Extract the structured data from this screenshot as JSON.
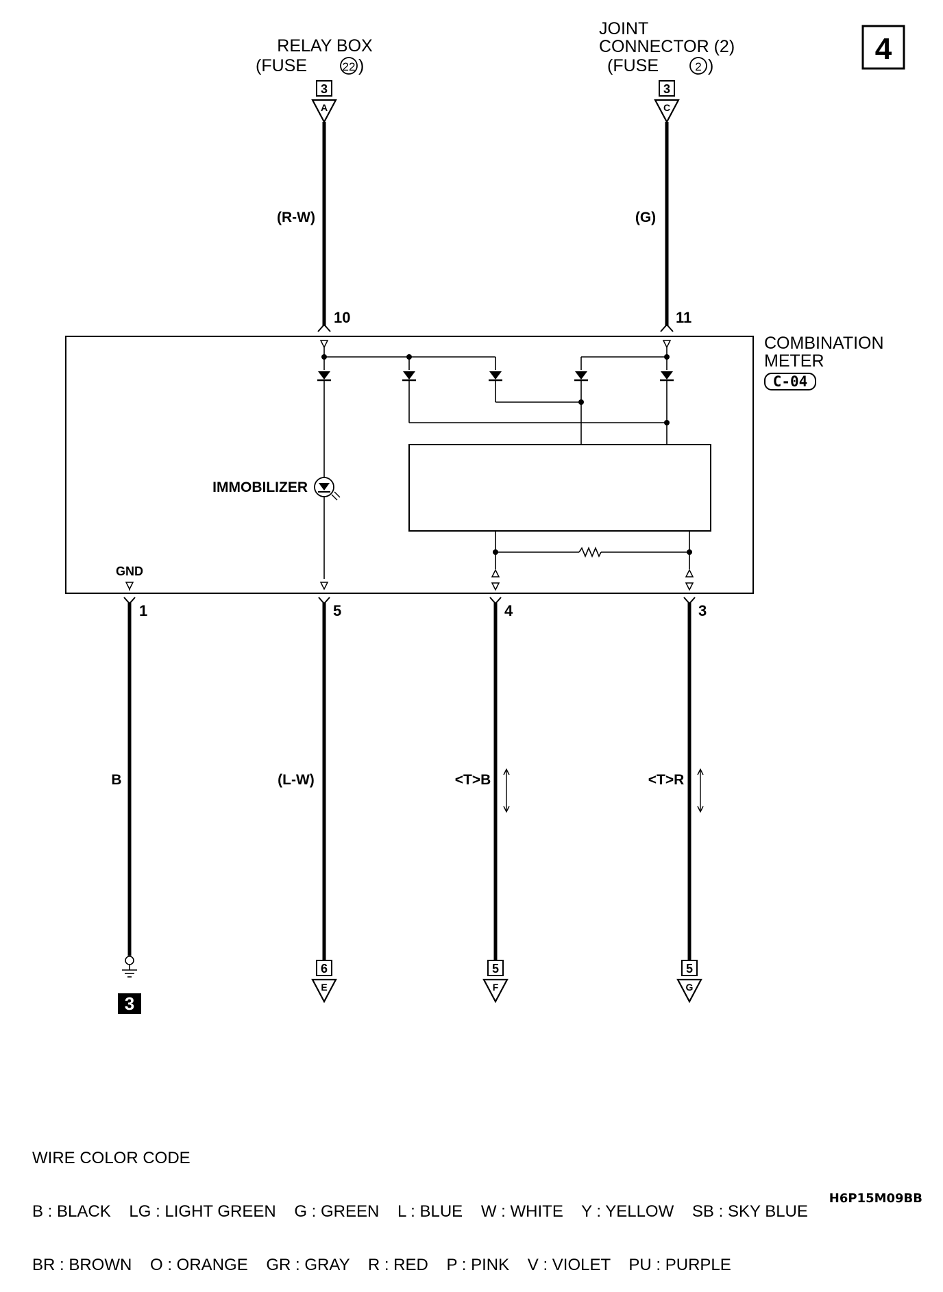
{
  "page_number": "4",
  "top_sources": [
    {
      "line1": "RELAY BOX",
      "line2": "(FUSE",
      "fuse_num": "22",
      "line2_end": ")",
      "conn_num": "3",
      "conn_letter": "A",
      "wire": "(R-W)",
      "pin": "10"
    },
    {
      "line0": "JOINT",
      "line1": "CONNECTOR (2)",
      "line2": "(FUSE",
      "fuse_num": "2",
      "line2_end": ")",
      "conn_num": "3",
      "conn_letter": "C",
      "wire": "(G)",
      "pin": "11"
    }
  ],
  "meter": {
    "line1": "COMBINATION",
    "line2": "METER",
    "connector": "C-04",
    "immobilizer_label": "IMMOBILIZER",
    "gnd_label": "GND"
  },
  "bottom_wires": [
    {
      "pin": "1",
      "wire": "B",
      "ground_ref": "3"
    },
    {
      "pin": "5",
      "wire": "(L-W)",
      "conn_num": "6",
      "conn_letter": "E"
    },
    {
      "pin": "4",
      "wire": "<T>B",
      "conn_num": "5",
      "conn_letter": "F"
    },
    {
      "pin": "3",
      "wire": "<T>R",
      "conn_num": "5",
      "conn_letter": "G"
    }
  ],
  "legend": {
    "title": "WIRE COLOR CODE",
    "line1": "B : BLACK    LG : LIGHT GREEN    G : GREEN    L : BLUE    W : WHITE    Y : YELLOW    SB : SKY BLUE",
    "line2": "BR : BROWN    O : ORANGE    GR : GRAY    R : RED    P : PINK    V : VIOLET    PU : PURPLE"
  },
  "doc_id": "H6P15M09BB"
}
